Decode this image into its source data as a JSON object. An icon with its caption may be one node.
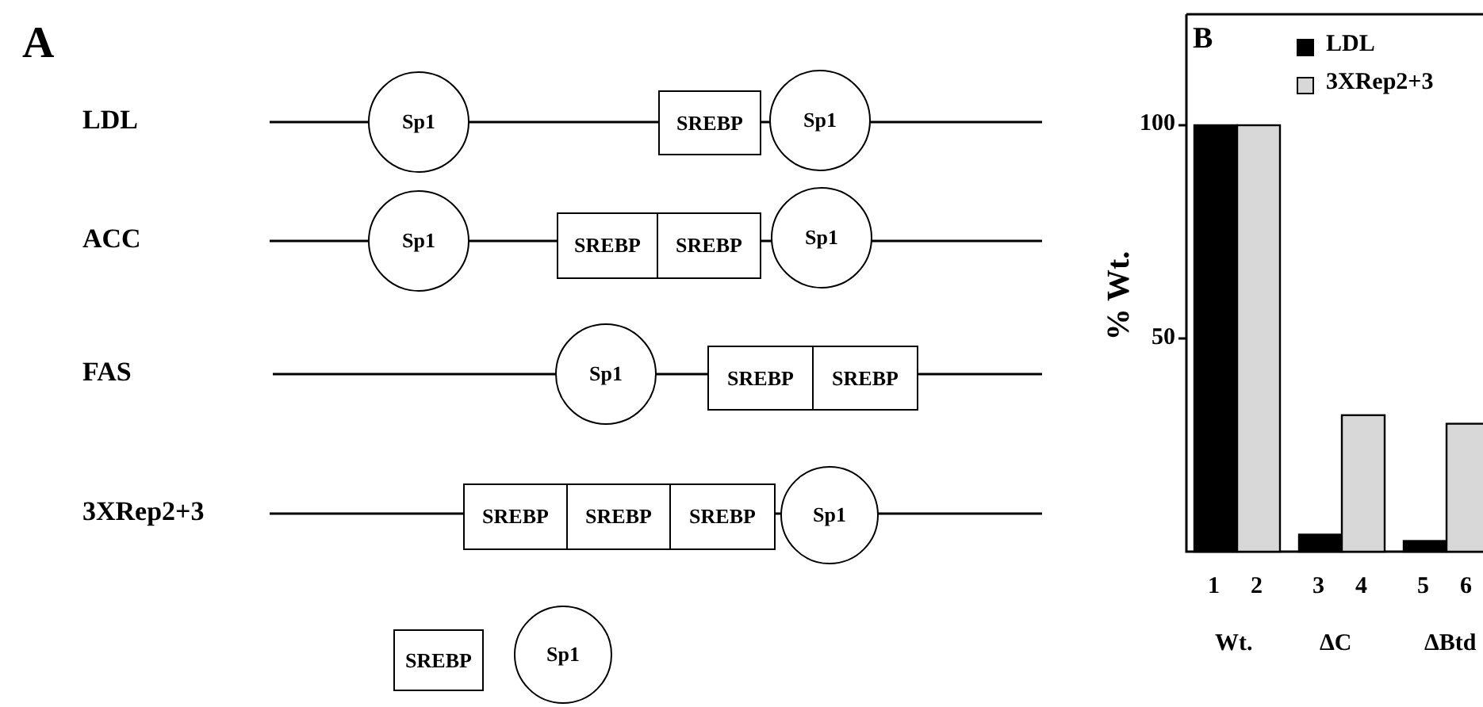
{
  "diagram": {
    "nodes": [
      {
        "text": [
          "Sp1"
        ]
      },
      {
        "text": [
          "SREBP"
        ]
      },
      {
        "text": [
          "Sp1"
        ]
      },
      {
        "text": [
          "Sp1"
        ]
      },
      {
        "text": [
          "SREBP"
        ]
      },
      {
        "text": [
          "SREBP"
        ]
      },
      {
        "text": [
          "Sp1"
        ]
      },
      {
        "text": [
          "Sp1"
        ]
      },
      {
        "text": [
          "SREBP"
        ]
      },
      {
        "text": [
          "SREBP"
        ]
      },
      {
        "text": [
          "SREBP"
        ]
      },
      {
        "text": [
          "SREBP"
        ]
      },
      {
        "text": [
          "SREBP"
        ]
      },
      {
        "text": [
          "Sp1"
        ]
      },
      {
        "text": [
          "SREBP"
        ]
      },
      {
        "text": [
          "Sp1"
        ]
      }
    ],
    "labels": [
      "A",
      "LDL",
      "ACC",
      "FAS",
      "3XRep2+3",
      "B",
      "1",
      "2",
      "3",
      "4",
      "5",
      "6"
    ],
    "chart_data": {
      "type": "bar",
      "ylabel": "% Wt.",
      "categories": [
        "Wt.",
        "ΔC",
        "ΔBtd"
      ],
      "series": [
        {
          "name": "LDL",
          "color": "#000000",
          "values": [
            100,
            4,
            2.5
          ]
        },
        {
          "name": "3XRep2+3",
          "color": "#d8d8d8",
          "values": [
            100,
            32,
            30
          ]
        }
      ],
      "ylim": [
        0,
        126
      ],
      "yticks": [
        50,
        100
      ],
      "legend": true
    }
  }
}
